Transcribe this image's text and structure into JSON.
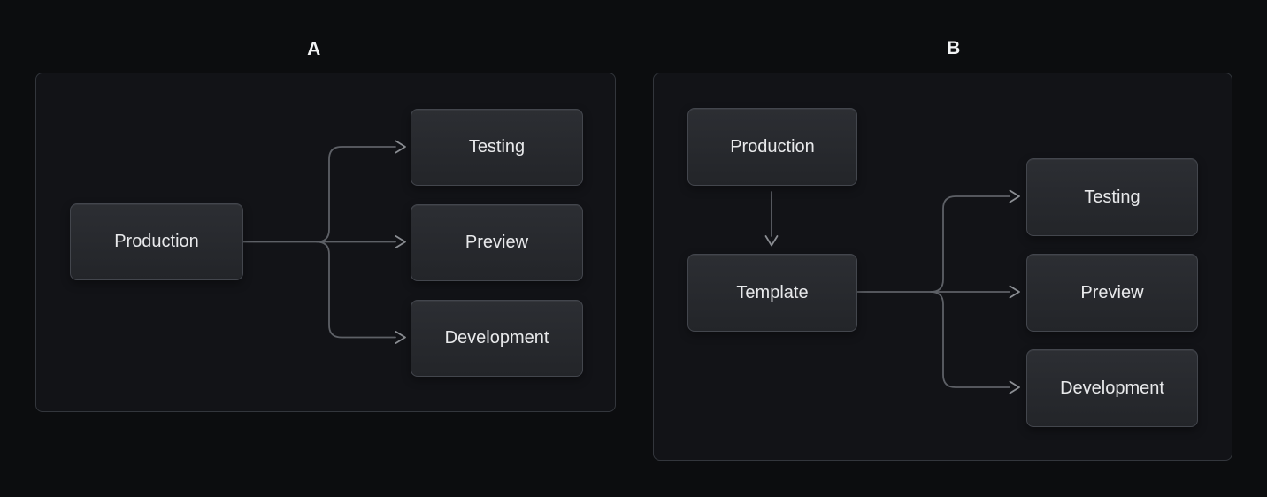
{
  "page": {
    "background_color": "#0c0d0f"
  },
  "colors": {
    "panel_background": "#121317",
    "panel_border": "#33363c",
    "node_background_top": "#2c2e33",
    "node_background_bottom": "#232529",
    "node_border": "#43464d",
    "node_text": "#e8e9eb",
    "edge_line": "#5d6066",
    "arrowhead": "#8b8e93",
    "title_text": "#f2f3f4"
  },
  "diagram_a": {
    "label": "A",
    "nodes": {
      "production": "Production",
      "testing": "Testing",
      "preview": "Preview",
      "development": "Development"
    },
    "edges": [
      {
        "from": "Production",
        "to": "Testing"
      },
      {
        "from": "Production",
        "to": "Preview"
      },
      {
        "from": "Production",
        "to": "Development"
      }
    ]
  },
  "diagram_b": {
    "label": "B",
    "nodes": {
      "production": "Production",
      "template": "Template",
      "testing": "Testing",
      "preview": "Preview",
      "development": "Development"
    },
    "edges": [
      {
        "from": "Production",
        "to": "Template"
      },
      {
        "from": "Template",
        "to": "Testing"
      },
      {
        "from": "Template",
        "to": "Preview"
      },
      {
        "from": "Template",
        "to": "Development"
      }
    ]
  }
}
